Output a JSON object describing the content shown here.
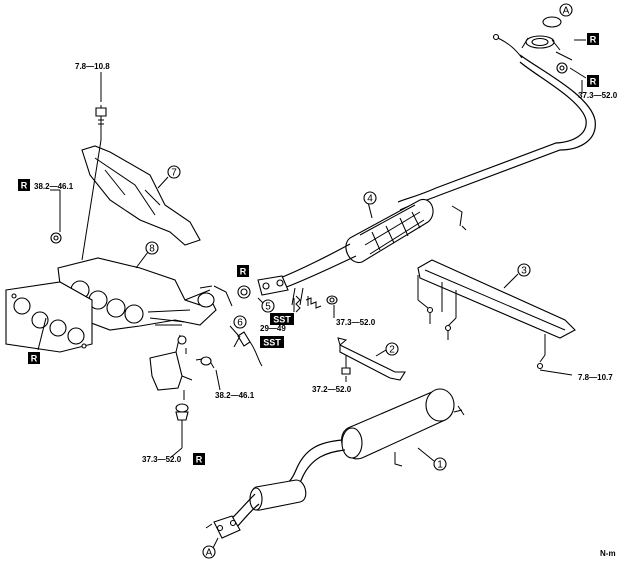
{
  "torques": {
    "t_top_left": "7.8—10.8",
    "t_r_left": "38.2—46.1",
    "t_right_top": "37.3—52.0",
    "t_gasket_mid": "37.3—52.0",
    "t_sst": "29—49",
    "t_bracket": "38.2—46.1",
    "t_bottom_left": "37.3—52.0",
    "t_part2": "37.2—52.0",
    "t_part3": "7.8—10.7"
  },
  "badges": {
    "r": "R",
    "sst": "SST"
  },
  "callouts": {
    "c1": "1",
    "c2": "2",
    "c3": "3",
    "c4": "4",
    "c5": "5",
    "c6": "6",
    "c7": "7",
    "c8": "8",
    "a": "A"
  },
  "footer_code": "N-m"
}
